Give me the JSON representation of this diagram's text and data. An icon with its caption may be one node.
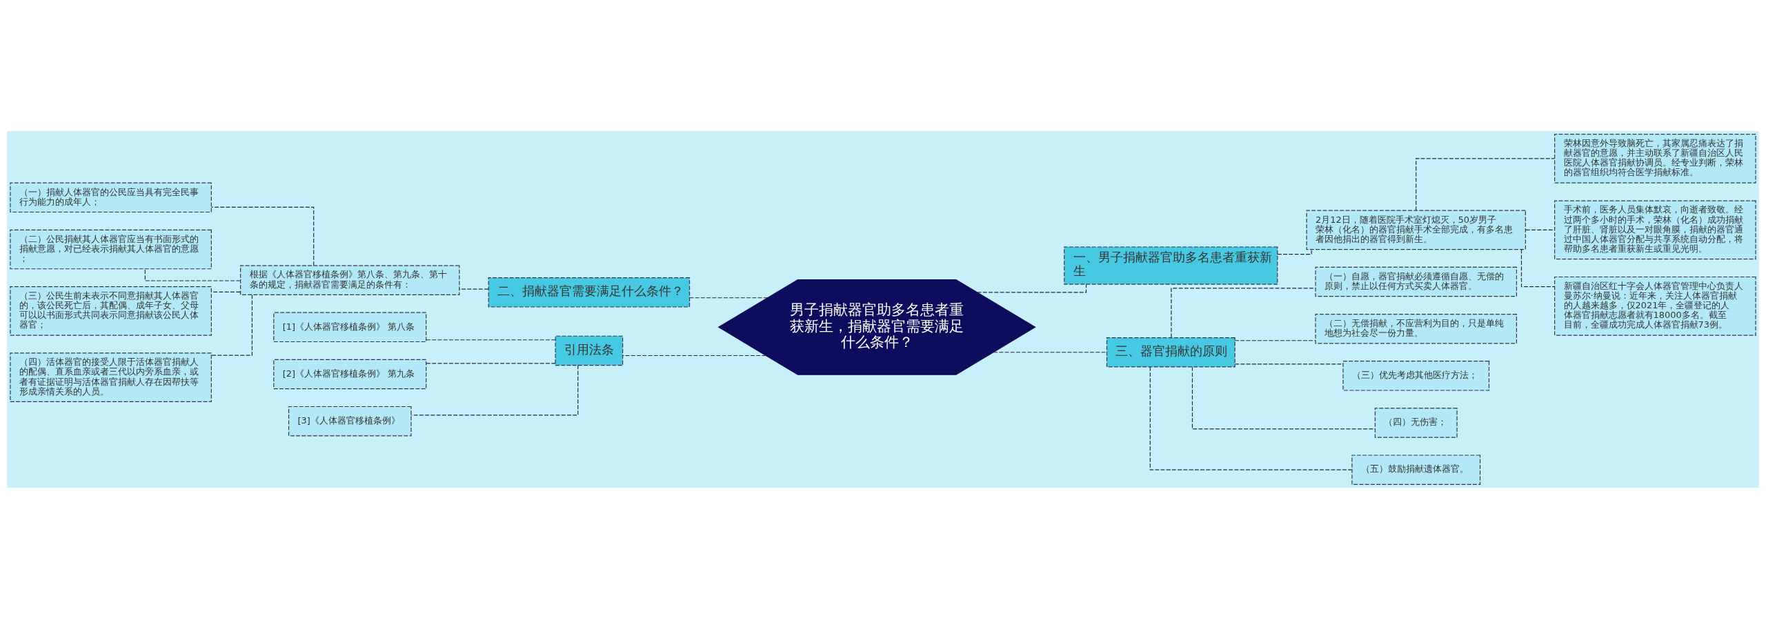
{
  "diagram": {
    "nodes": [
      {
        "text": [
          "男子捐献器官助多名患者重获新生，捐献器官需要满足什么条件？"
        ]
      },
      {
        "text": [
          "二、捐献器官需要满足什么条件？"
        ]
      },
      {
        "text": [
          "根据《人体器官移植条例》第八条、第九条、第十条的规定，捐献器官需要满足的条件有："
        ]
      },
      {
        "text": [
          "（一）捐献人体器官的公民应当具有完全民事行为能力的成年人；"
        ]
      },
      {
        "text": [
          "（二）公民捐献其人体器官应当有书面形式的捐献意愿，对已经表示捐献其人体器官的意愿；"
        ]
      },
      {
        "text": [
          "（三）公民生前未表示不同意捐献其人体器官的，该公民死亡后，其配偶、成年子女、父母可以以书面形式共同表示同意捐献该公民人体器官；"
        ]
      },
      {
        "text": [
          "（四）活体器官的接受人限于活体器官捐献人的配偶、直系血亲或者三代以内旁系血亲，或者有证据证明与活体器官捐献人存在因帮扶等形成亲情关系的人员。"
        ]
      },
      {
        "text": [
          "引用法条"
        ]
      },
      {
        "text": [
          "[1]《人体器官移植条例》 第八条"
        ]
      },
      {
        "text": [
          "[2]《人体器官移植条例》 第九条"
        ]
      },
      {
        "text": [
          "[3]《人体器官移植条例》"
        ]
      },
      {
        "text": [
          "一、男子捐献器官助多名患者重获新生"
        ]
      },
      {
        "text": [
          "2月12日，随着医院手术室灯熄灭，50岁男子荣林（化名）的器官捐献手术全部完成，有多名患者因他捐出的器官得到新生。"
        ]
      },
      {
        "text": [
          "荣林因意外导致脑死亡，其家属忍痛表达了捐献器官的意愿，并主动联系了新疆自治区人民医院人体器官捐献协调员。经专业判断，荣林的器官组织均符合医学捐献标准。"
        ]
      },
      {
        "text": [
          "手术前，医务人员集体默哀，向逝者致敬。经过两个多小时的手术，荣林（化名）成功捐献了肝脏、肾脏以及一对眼角膜，捐献的器官通过中国人体器官分配与共享系统自动分配，将帮助多名患者重获新生或重见光明。"
        ]
      },
      {
        "text": [
          "新疆自治区红十字会人体器官管理中心负责人曼苏尔·纳曼说：近年来，关注人体器官捐献的人越来越多，仅2021年，全疆登记的人体器官捐献志愿者就有18000多名。截至目前，全疆成功完成人体器官捐献73例。"
        ]
      },
      {
        "text": [
          "三、器官捐献的原则"
        ]
      },
      {
        "text": [
          "（一）自愿，器官捐献必须遵循自愿、无偿的原则，禁止以任何方式买卖人体器官。"
        ]
      },
      {
        "text": [
          "（二）无偿捐献，不应营利为目的，只是单纯地想为社会尽一份力量。"
        ]
      },
      {
        "text": [
          "（三）优先考虑其他医疗方法；"
        ]
      },
      {
        "text": [
          "（四）无伤害；"
        ]
      },
      {
        "text": [
          "（五）鼓励捐献遗体器官。"
        ]
      }
    ],
    "edges": [
      {
        "from": 0,
        "to": 1,
        "arrow": "none",
        "style": "dashed"
      },
      {
        "from": 1,
        "to": 2,
        "arrow": "none",
        "style": "dashed"
      },
      {
        "from": 2,
        "to": 3,
        "arrow": "none",
        "style": "dashed"
      },
      {
        "from": 2,
        "to": 4,
        "arrow": "none",
        "style": "dashed"
      },
      {
        "from": 2,
        "to": 5,
        "arrow": "none",
        "style": "dashed"
      },
      {
        "from": 2,
        "to": 6,
        "arrow": "none",
        "style": "dashed"
      },
      {
        "from": 0,
        "to": 7,
        "arrow": "none",
        "style": "dashed"
      },
      {
        "from": 7,
        "to": 8,
        "arrow": "none",
        "style": "dashed"
      },
      {
        "from": 7,
        "to": 9,
        "arrow": "none",
        "style": "dashed"
      },
      {
        "from": 7,
        "to": 10,
        "arrow": "none",
        "style": "dashed"
      },
      {
        "from": 0,
        "to": 11,
        "arrow": "none",
        "style": "dashed"
      },
      {
        "from": 11,
        "to": 12,
        "arrow": "none",
        "style": "dashed"
      },
      {
        "from": 12,
        "to": 13,
        "arrow": "none",
        "style": "dashed"
      },
      {
        "from": 12,
        "to": 14,
        "arrow": "none",
        "style": "dashed"
      },
      {
        "from": 12,
        "to": 15,
        "arrow": "none",
        "style": "dashed"
      },
      {
        "from": 0,
        "to": 16,
        "arrow": "none",
        "style": "dashed"
      },
      {
        "from": 16,
        "to": 17,
        "arrow": "none",
        "style": "dashed"
      },
      {
        "from": 16,
        "to": 18,
        "arrow": "none",
        "style": "dashed"
      },
      {
        "from": 16,
        "to": 19,
        "arrow": "none",
        "style": "dashed"
      },
      {
        "from": 16,
        "to": 20,
        "arrow": "none",
        "style": "dashed"
      },
      {
        "from": 16,
        "to": 21,
        "arrow": "none",
        "style": "dashed"
      }
    ]
  }
}
